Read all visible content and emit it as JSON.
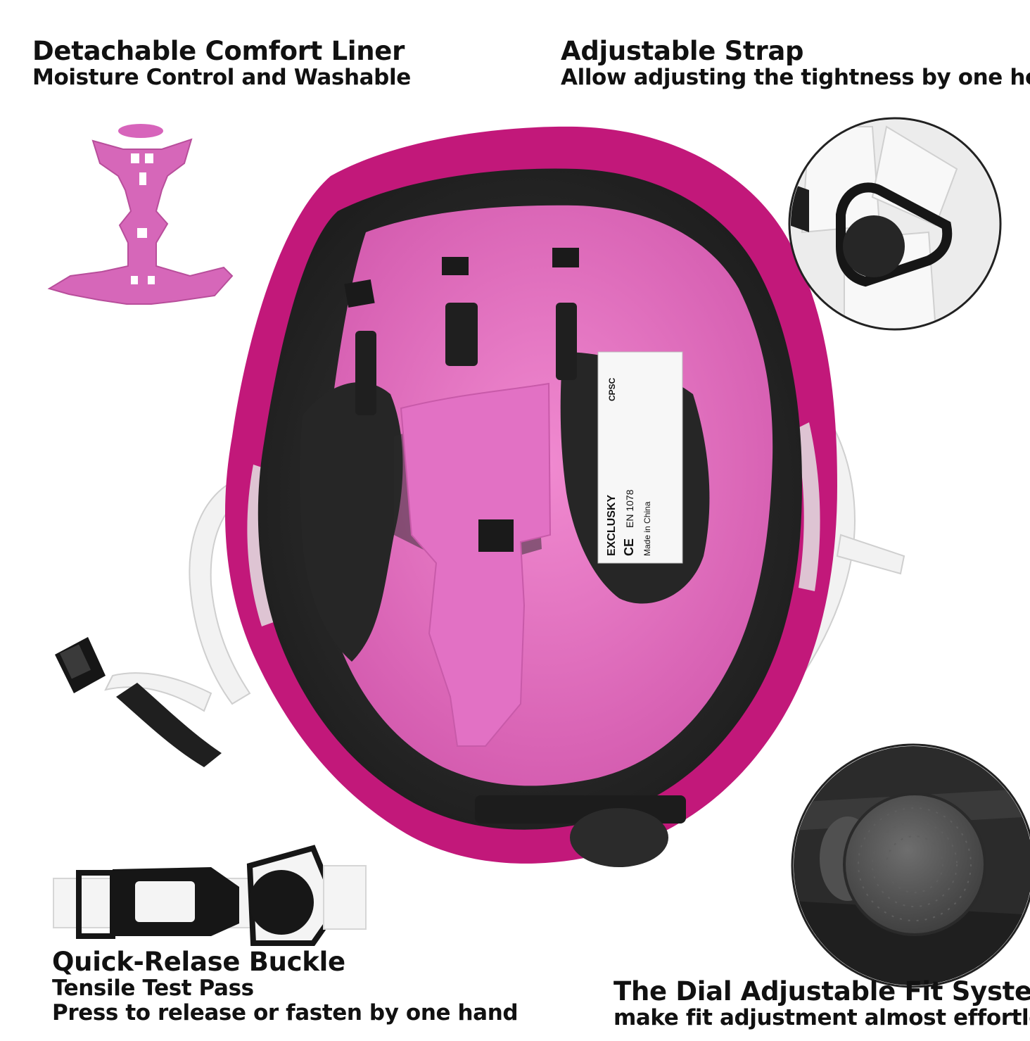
{
  "features": {
    "liner": {
      "title": "Detachable Comfort Liner",
      "line1": "Moisture Control and Washable"
    },
    "strap": {
      "title": "Adjustable Strap",
      "line1": "Allow adjusting the tightness by one head"
    },
    "buckle": {
      "title": "Quick-Relase Buckle",
      "line1": "Tensile Test Pass",
      "line2": "Press to release or fasten by one hand"
    },
    "dial": {
      "title": "The Dial Adjustable Fit System",
      "line1": "make fit adjustment almost effortless"
    }
  },
  "helmet_label": {
    "brand": "EXCLUSKY",
    "ce": "CE",
    "standard": "EN 1078",
    "origin": "Made in China",
    "cpsc": "CPSC"
  },
  "colors": {
    "shell": "#c2187a",
    "liner": "#e06bbf",
    "foam": "#2a2a2a",
    "strap": "#f4f4f4",
    "plastic": "#1c1c1c"
  }
}
